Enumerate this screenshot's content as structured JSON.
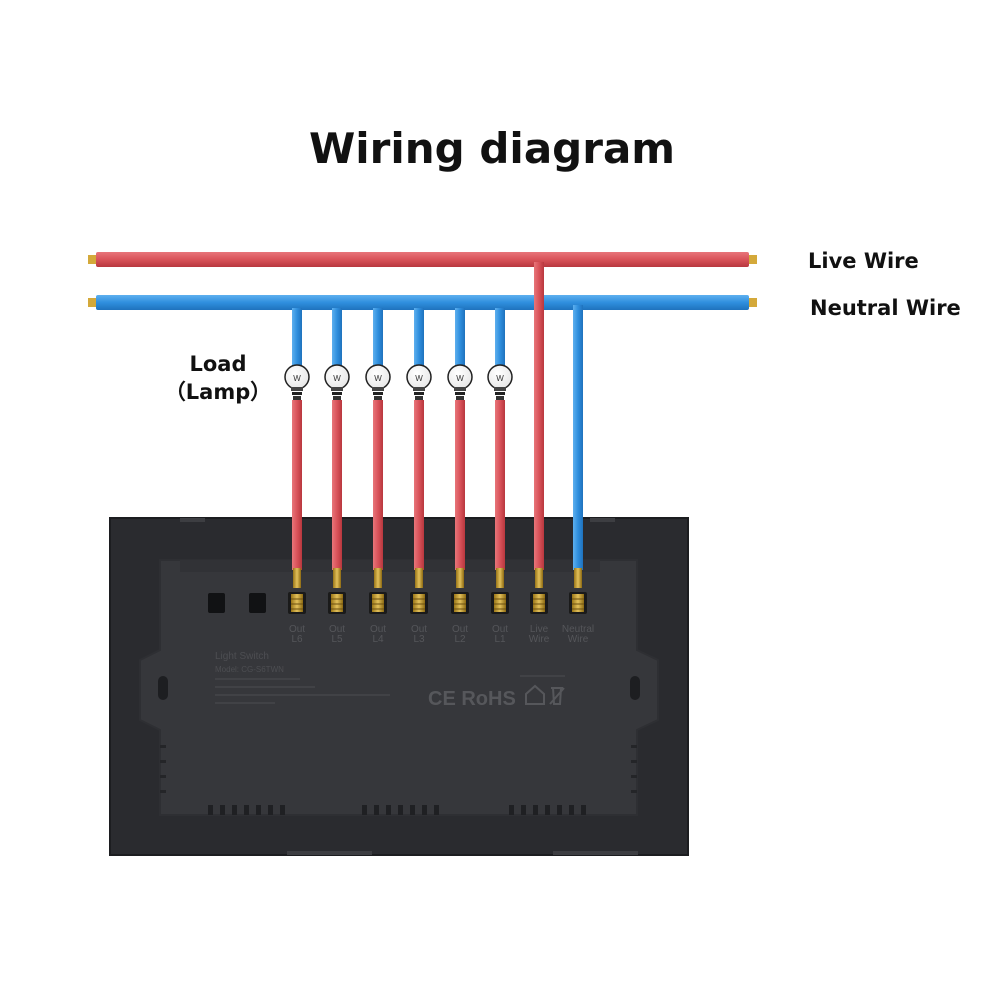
{
  "title": "Wiring diagram",
  "wires": {
    "live_label": "Live Wire",
    "neutral_label": "Neutral Wire"
  },
  "load": {
    "label_line1": "Load",
    "label_line2": "（Lamp）",
    "bulb_mark": "W",
    "count": 6
  },
  "terminals": [
    {
      "label_top": "Out",
      "label_bottom": "L6"
    },
    {
      "label_top": "Out",
      "label_bottom": "L5"
    },
    {
      "label_top": "Out",
      "label_bottom": "L4"
    },
    {
      "label_top": "Out",
      "label_bottom": "L3"
    },
    {
      "label_top": "Out",
      "label_bottom": "L2"
    },
    {
      "label_top": "Out",
      "label_bottom": "L1"
    },
    {
      "label_top": "Live",
      "label_bottom": "Wire"
    },
    {
      "label_top": "Neutral",
      "label_bottom": "Wire"
    }
  ],
  "panel": {
    "product_name": "Light Switch",
    "model": "Model: CG-S6TWN",
    "marks": "CE RoHS"
  },
  "colors": {
    "live": "#d9535a",
    "neutral": "#2f8fde",
    "wire_tip": "#d4a93a",
    "switch_body": "#2a2b2f",
    "switch_back": "#36373b"
  }
}
